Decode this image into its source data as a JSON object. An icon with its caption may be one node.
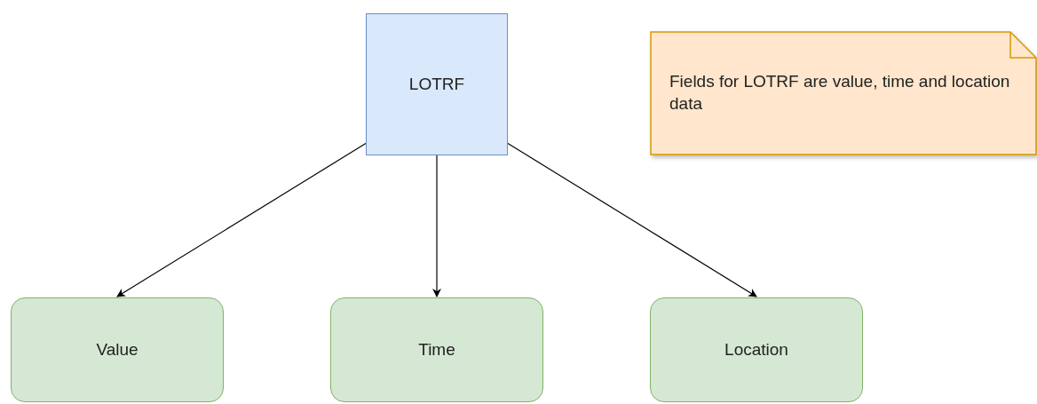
{
  "diagram": {
    "nodes": [
      {
        "text": [
          "LOTRF"
        ]
      },
      {
        "text": [
          "Fields for LOTRF are value, time and location data"
        ]
      },
      {
        "text": [
          "Value"
        ]
      },
      {
        "text": [
          "Time"
        ]
      },
      {
        "text": [
          "Location"
        ]
      }
    ],
    "edges": [
      {
        "from": 0,
        "to": 2,
        "arrow": "to"
      },
      {
        "from": 0,
        "to": 3,
        "arrow": "to"
      },
      {
        "from": 0,
        "to": 4,
        "arrow": "to"
      }
    ]
  }
}
